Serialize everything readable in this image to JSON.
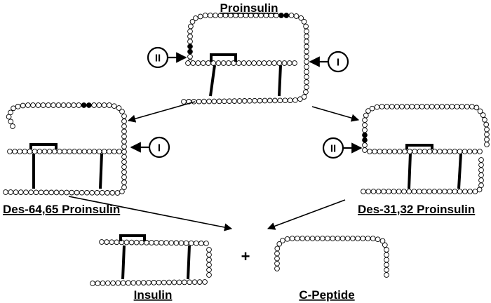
{
  "diagram": {
    "labels": {
      "proinsulin": "Proinsulin",
      "des6465": "Des-64,65 Proinsulin",
      "des3132": "Des-31,32  Proinsulin",
      "insulin": "Insulin",
      "cpeptide": "C-Peptide",
      "plus": "+"
    },
    "cleavage_sites": {
      "site_one": "I",
      "site_two": "II"
    },
    "colors": {
      "residue_fill": "#ffffff",
      "cleavage_residue_fill": "#000000",
      "stroke": "#000000"
    }
  }
}
